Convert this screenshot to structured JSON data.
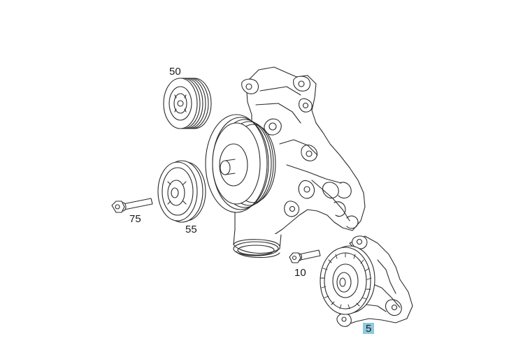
{
  "callouts": {
    "p50": "50",
    "p55": "55",
    "p75": "75",
    "p10": "10",
    "p5": "5"
  },
  "colors": {
    "line": "#2a2a2a",
    "highlight": "#8ec9e0",
    "background": "#ffffff"
  }
}
